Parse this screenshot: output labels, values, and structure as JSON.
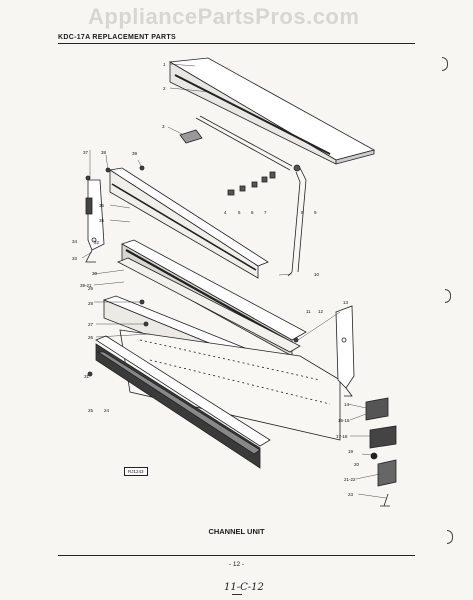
{
  "watermark": "AppliancePartsPros.com",
  "header": {
    "title": "KDC-17A REPLACEMENT PARTS"
  },
  "diagram": {
    "callouts": [
      "1",
      "2",
      "3",
      "4",
      "5",
      "6",
      "7",
      "8",
      "9",
      "10",
      "11",
      "12",
      "13",
      "14",
      "15-16",
      "17-18",
      "19",
      "20",
      "21-22",
      "23",
      "24",
      "25",
      "26",
      "27",
      "28",
      "29",
      "30",
      "31",
      "32",
      "33",
      "34",
      "35",
      "36",
      "37",
      "38",
      "39",
      "39-21"
    ],
    "reference_code": "RJ1243"
  },
  "caption": "CHANNEL UNIT",
  "footer": {
    "page_number": "- 12 -",
    "handwritten_note": "11-C-12"
  }
}
